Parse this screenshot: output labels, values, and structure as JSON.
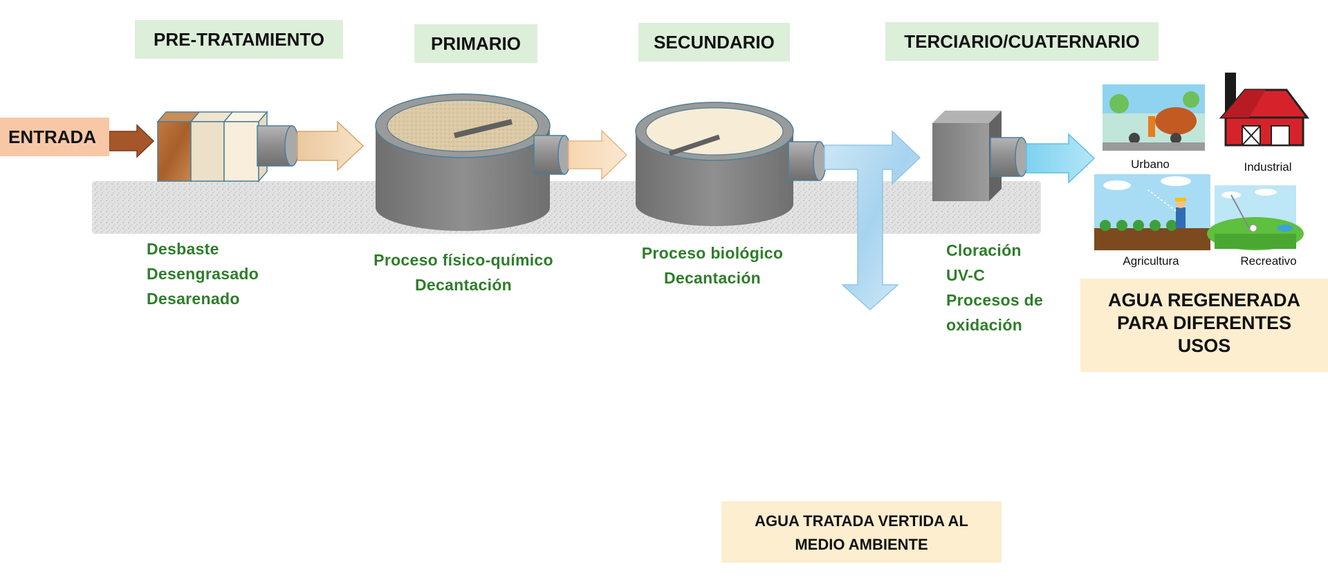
{
  "stages": {
    "pre": "PRE-TRATAMIENTO",
    "primario": "PRIMARIO",
    "secundario": "SECUNDARIO",
    "terciario": "TERCIARIO/CUATERNARIO"
  },
  "entrada": "ENTRADA",
  "pre_processes": [
    "Desbaste",
    "Desengrasado",
    "Desarenado"
  ],
  "primary_processes": [
    "Proceso físico-químico",
    "Decantación"
  ],
  "secondary_processes": [
    "Proceso biológico",
    "Decantación"
  ],
  "tertiary_processes": [
    "Cloración",
    "UV-C",
    "Procesos de",
    "oxidación"
  ],
  "uses": {
    "urbano": "Urbano",
    "industrial": "Industrial",
    "agricultura": "Agricultura",
    "recreativo": "Recreativo"
  },
  "regenerated": [
    "AGUA REGENERADA",
    "PARA DIFERENTES",
    "USOS"
  ],
  "discharged": [
    "AGUA TRATADA VERTIDA AL",
    "MEDIO AMBIENTE"
  ],
  "colors": {
    "stage_bg": "#dcefd9",
    "process_text": "#2e7d2a",
    "output_box": "#fdeecf",
    "entrada_bg": "#f8c8a6",
    "tank_gray": "#8a8a8a",
    "water_arrow": "#a9d8f2"
  }
}
